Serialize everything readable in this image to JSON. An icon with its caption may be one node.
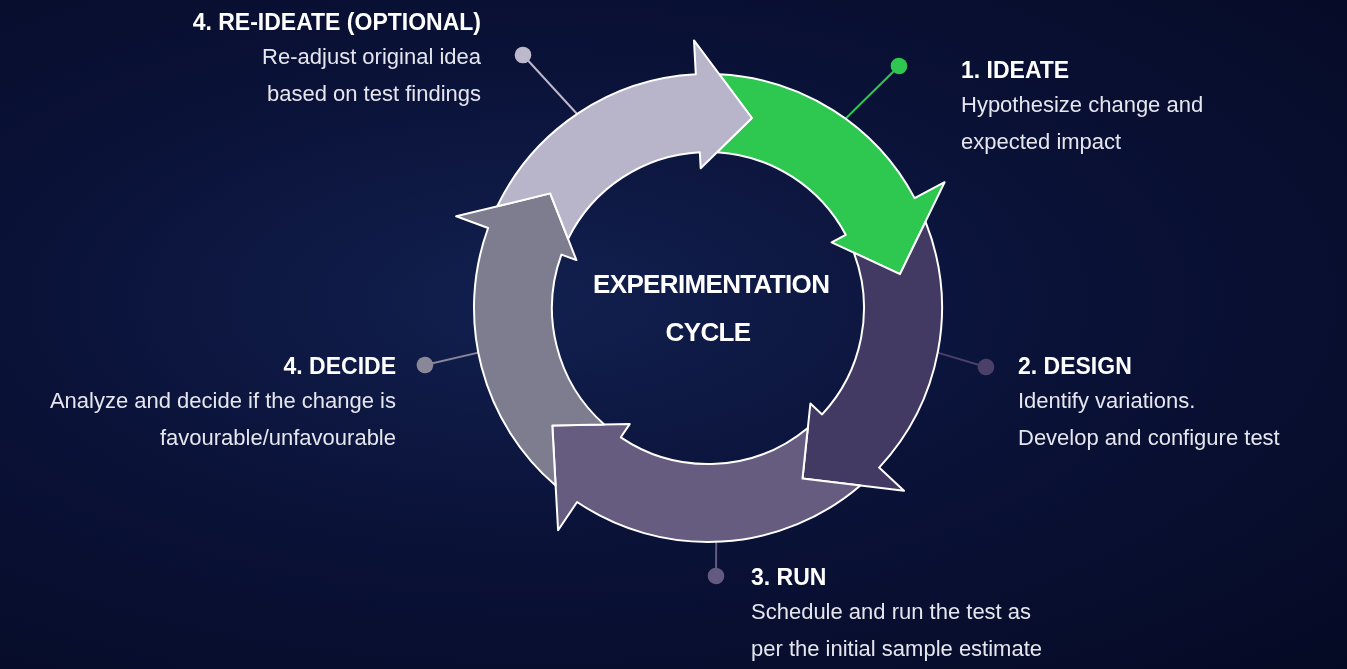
{
  "diagram": {
    "nodes": [
      {
        "text": [
          "4. RE-IDEATE (OPTIONAL)",
          "Re-adjust original idea based on test findings"
        ]
      },
      {
        "text": [
          "1. IDEATE",
          "Hypothesize change and expected impact"
        ]
      },
      {
        "text": [
          "EXPERIMENTATION CYCLE"
        ]
      },
      {
        "text": [
          "4. DECIDE",
          "Analyze and decide if the change is favourable/unfavourable"
        ]
      },
      {
        "text": [
          "2. DESIGN",
          "Identify variations.",
          "Develop and configure test"
        ]
      },
      {
        "text": [
          "3. RUN",
          "Schedule and run the test as per the initial sample estimate"
        ]
      },
      {
        "text": [],
        "shape": "arrow"
      },
      {
        "text": [],
        "shape": "arrow"
      },
      {
        "text": [],
        "shape": "arrow"
      },
      {
        "text": [],
        "shape": "arrow"
      },
      {
        "text": [],
        "shape": "arrow"
      }
    ],
    "edges": [
      {
        "from": 0,
        "to": 7,
        "arrow": "other",
        "color": "#bcb9cc"
      },
      {
        "from": 1,
        "to": 9,
        "arrow": "other",
        "color": "#2ec750"
      },
      {
        "from": 3,
        "to": 6,
        "arrow": "other",
        "color": "#8a8898"
      },
      {
        "from": 4,
        "to": 10,
        "arrow": "other",
        "color": "#4a4068"
      },
      {
        "from": 5,
        "to": 8,
        "arrow": "other",
        "color": "#625a80"
      }
    ]
  }
}
